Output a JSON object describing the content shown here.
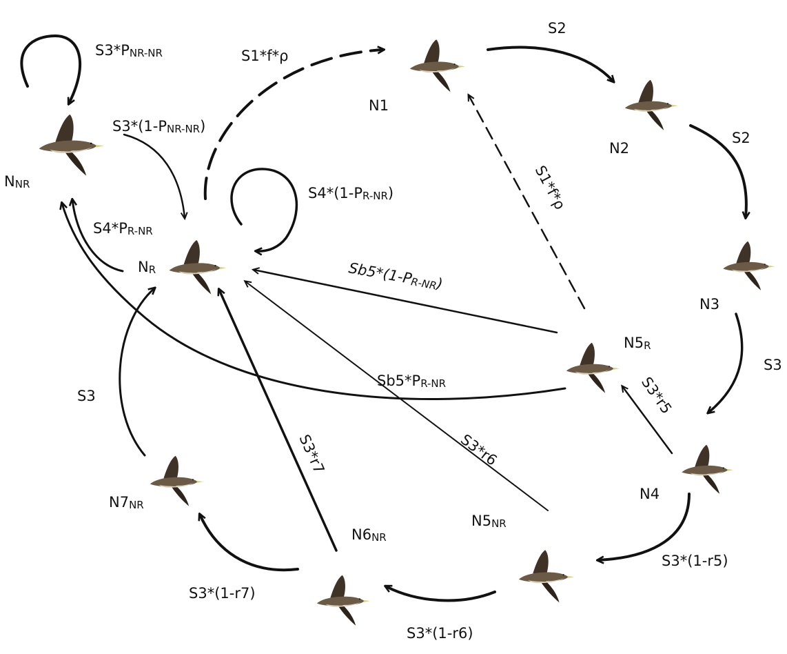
{
  "nodes": [
    {
      "id": "NNR",
      "label": "N",
      "sub": "NR"
    },
    {
      "id": "NR",
      "label": "N",
      "sub": "R"
    },
    {
      "id": "N1",
      "label": "N1",
      "sub": ""
    },
    {
      "id": "N2",
      "label": "N2",
      "sub": ""
    },
    {
      "id": "N3",
      "label": "N3",
      "sub": ""
    },
    {
      "id": "N4",
      "label": "N4",
      "sub": ""
    },
    {
      "id": "N5R",
      "label": "N5",
      "sub": "R"
    },
    {
      "id": "N5NR",
      "label": "N5",
      "sub": "NR"
    },
    {
      "id": "N6NR",
      "label": "N6",
      "sub": "NR"
    },
    {
      "id": "N7NR",
      "label": "N7",
      "sub": "NR"
    }
  ],
  "edges": [
    {
      "id": "nnr_self",
      "from": "NNR",
      "to": "NNR",
      "label": "S3*P",
      "sub": "NR-NR",
      "post": ""
    },
    {
      "id": "nnr_nr",
      "from": "NNR",
      "to": "NR",
      "label": "S3*(1-P",
      "sub": "NR-NR",
      "post": ")"
    },
    {
      "id": "nr_nnr",
      "from": "NR",
      "to": "NNR",
      "label": "S4*P",
      "sub": "R-NR",
      "post": ""
    },
    {
      "id": "nr_self",
      "from": "NR",
      "to": "NR",
      "label": "S4*(1-P",
      "sub": "R-NR",
      "post": ")"
    },
    {
      "id": "nr_n1",
      "from": "NR",
      "to": "N1",
      "label": "S1*f*ρ",
      "sub": "",
      "post": "",
      "dashed": true
    },
    {
      "id": "n1_n2",
      "from": "N1",
      "to": "N2",
      "label": "S2",
      "sub": "",
      "post": ""
    },
    {
      "id": "n2_n3",
      "from": "N2",
      "to": "N3",
      "label": "S2",
      "sub": "",
      "post": ""
    },
    {
      "id": "n3_n4",
      "from": "N3",
      "to": "N4",
      "label": "S3",
      "sub": "",
      "post": ""
    },
    {
      "id": "n5r_n1",
      "from": "N5R",
      "to": "N1",
      "label": "S1*f*ρ",
      "sub": "",
      "post": "",
      "dashed": true
    },
    {
      "id": "n4_n5r",
      "from": "N4",
      "to": "N5R",
      "label": "S3*r5",
      "sub": "",
      "post": ""
    },
    {
      "id": "n5r_nr",
      "from": "N5R",
      "to": "NR",
      "label": "Sb5*(1-P",
      "sub": "R-NR",
      "post": ")"
    },
    {
      "id": "n5r_nnr",
      "from": "N5R",
      "to": "NNR",
      "label": "Sb5*P",
      "sub": "R-NR",
      "post": ""
    },
    {
      "id": "n4_n5nr",
      "from": "N4",
      "to": "N5NR",
      "label": "S3*(1-r5)",
      "sub": "",
      "post": ""
    },
    {
      "id": "n5nr_nr",
      "from": "N5NR",
      "to": "NR",
      "label": "S3*r6",
      "sub": "",
      "post": ""
    },
    {
      "id": "n5nr_n6nr",
      "from": "N5NR",
      "to": "N6NR",
      "label": "S3*(1-r6)",
      "sub": "",
      "post": ""
    },
    {
      "id": "n6nr_nr",
      "from": "N6NR",
      "to": "NR",
      "label": "S3*r7",
      "sub": "",
      "post": ""
    },
    {
      "id": "n6nr_n7nr",
      "from": "N6NR",
      "to": "N7NR",
      "label": "S3*(1-r7)",
      "sub": "",
      "post": ""
    },
    {
      "id": "n7nr_nr",
      "from": "N7NR",
      "to": "NR",
      "label": "S3",
      "sub": "",
      "post": ""
    }
  ],
  "colors": {
    "ink": "#111111",
    "bird_body": "#6b5a45",
    "bird_wing": "#3a2f24",
    "bird_belly": "#d9cbb4",
    "beak": "#d8cf6a"
  },
  "icons": {
    "node": "shearwater-bird-icon"
  }
}
